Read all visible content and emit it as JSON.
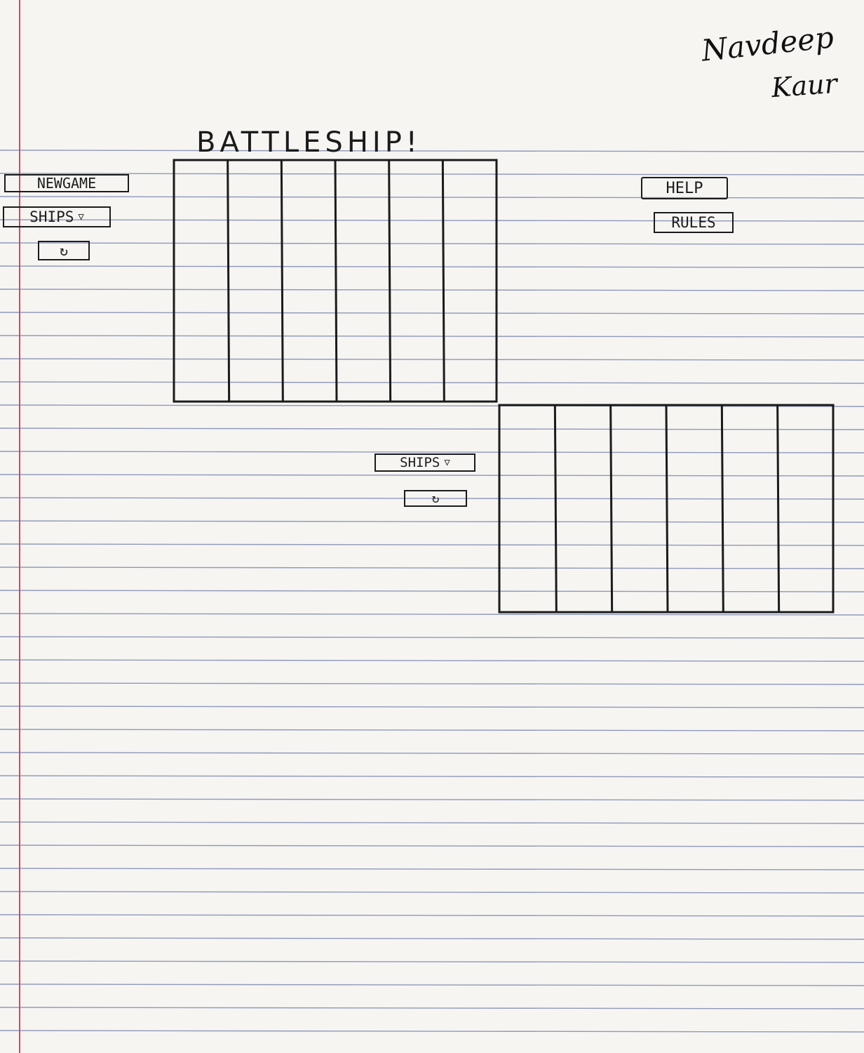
{
  "title": "BATTLESHIP!",
  "author": {
    "first": "Navdeep",
    "last": "Kaur"
  },
  "player_panel": {
    "new_game_label": "NEWGAME",
    "ships_label": "SHIPS",
    "ships_caret_icon": "triangle-down-icon",
    "rotate_icon": "rotate-icon"
  },
  "opponent_panel": {
    "ships_label": "SHIPS",
    "ships_caret_icon": "triangle-down-icon",
    "rotate_icon": "rotate-icon"
  },
  "help_label": "HELP",
  "rules_label": "RULES",
  "grids": {
    "player_columns": 6,
    "opponent_columns": 6
  },
  "colors": {
    "ink": "#1b1b1b",
    "paper": "#f6f5f2",
    "ruling": "#6d79a6",
    "margin": "#d9465f"
  }
}
